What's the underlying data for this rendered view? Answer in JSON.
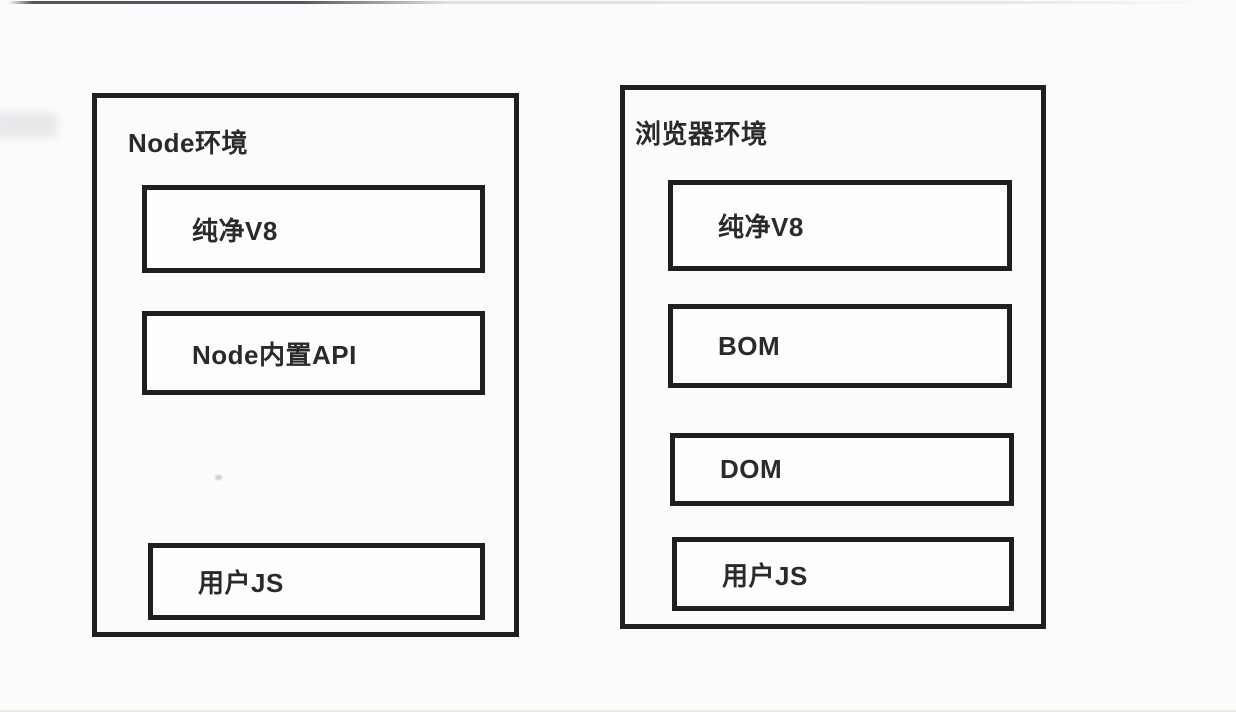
{
  "meta": {
    "background_color": "#fafbfc",
    "line_color": "#1f1f22",
    "text_color": "#2a2a2a"
  },
  "panels": [
    {
      "title": "Node环境",
      "boxes": [
        {
          "label": "纯净V8"
        },
        {
          "label": "Node内置API"
        },
        {
          "label": "用户JS"
        }
      ]
    },
    {
      "title": "浏览器环境",
      "boxes": [
        {
          "label": "纯净V8"
        },
        {
          "label": "BOM"
        },
        {
          "label": "DOM"
        },
        {
          "label": "用户JS"
        }
      ]
    }
  ]
}
